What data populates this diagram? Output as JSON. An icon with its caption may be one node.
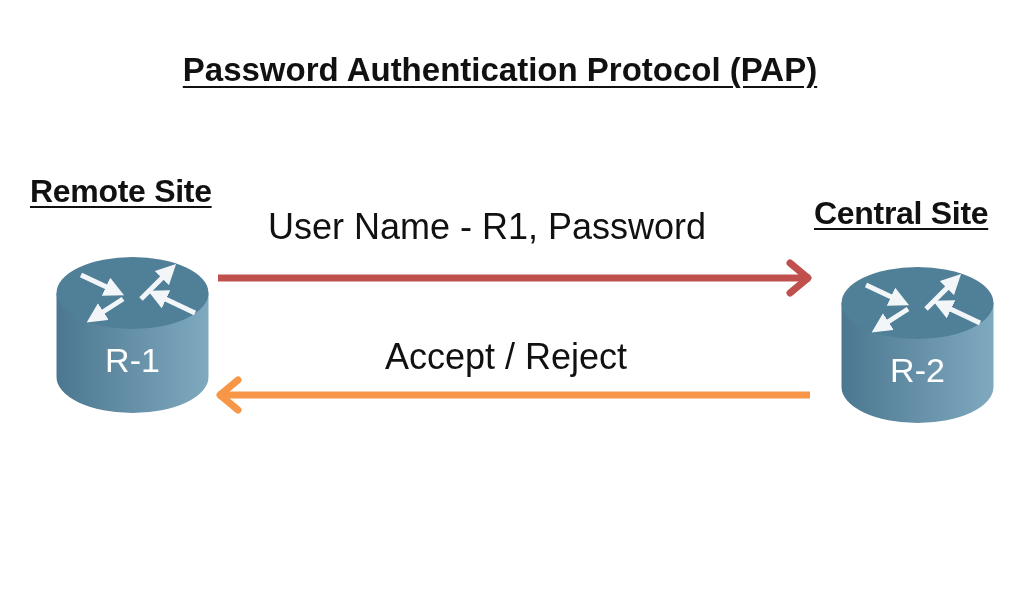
{
  "diagram": {
    "title": "Password Authentication Protocol (PAP)",
    "nodes": [
      {
        "text": [
          "Remote Site",
          "R-1"
        ]
      },
      {
        "text": [
          "Central Site",
          "R-2"
        ]
      }
    ],
    "edges": [
      {
        "from": 0,
        "to": 1,
        "arrow": "to",
        "label": "User Name - R1, Password",
        "color": "#c0504d"
      },
      {
        "from": 1,
        "to": 0,
        "arrow": "to",
        "label": "Accept / Reject",
        "color": "#f79646"
      }
    ]
  }
}
